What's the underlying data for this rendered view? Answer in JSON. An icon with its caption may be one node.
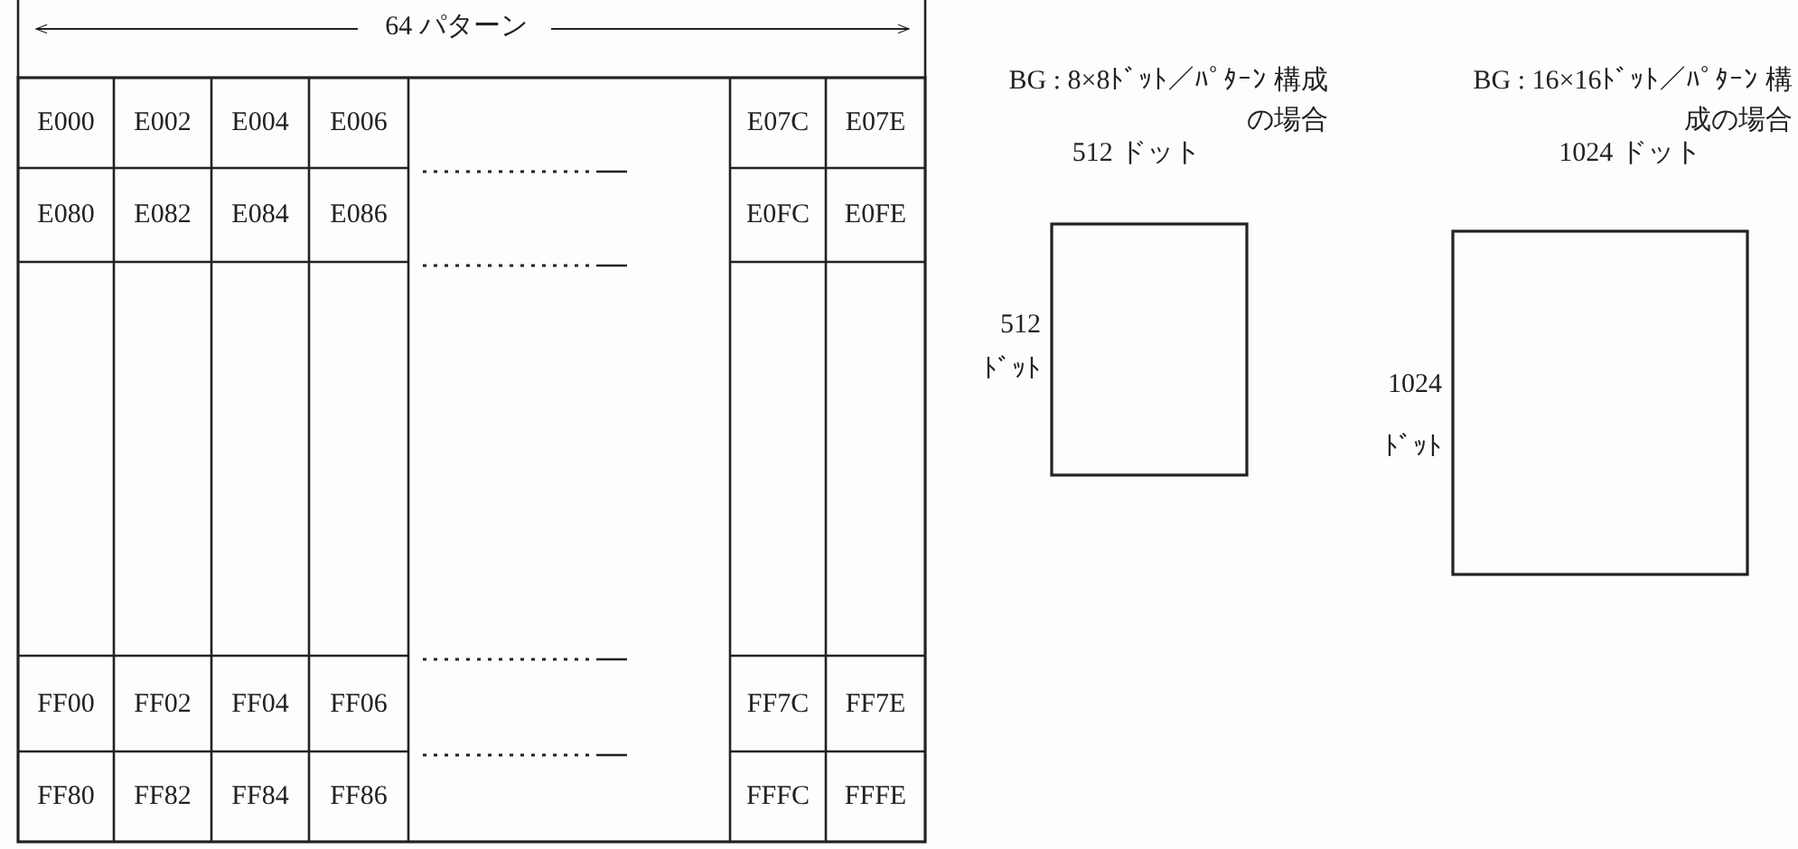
{
  "diagram": {
    "labels": [
      "64 パターン",
      "E000",
      "E002",
      "E004",
      "E006",
      "E07C",
      "E07E",
      "E080",
      "E082",
      "E084",
      "E086",
      "E0FC",
      "E0FE",
      "FF00",
      "FF02",
      "FF04",
      "FF06",
      "FF7C",
      "FF7E",
      "FF80",
      "FF82",
      "FF84",
      "FF86",
      "FFFC",
      "FFFE",
      "BG : 8×8ﾄﾞｯﾄ／ﾊﾟﾀｰﾝ 構成の場合",
      "BG : 16×16ﾄﾞｯﾄ／ﾊﾟﾀｰﾝ 構成の場合",
      "512 ドット",
      "1024 ドット",
      "512 ﾄﾞｯﾄ",
      "1024 ﾄﾞｯﾄ"
    ]
  }
}
